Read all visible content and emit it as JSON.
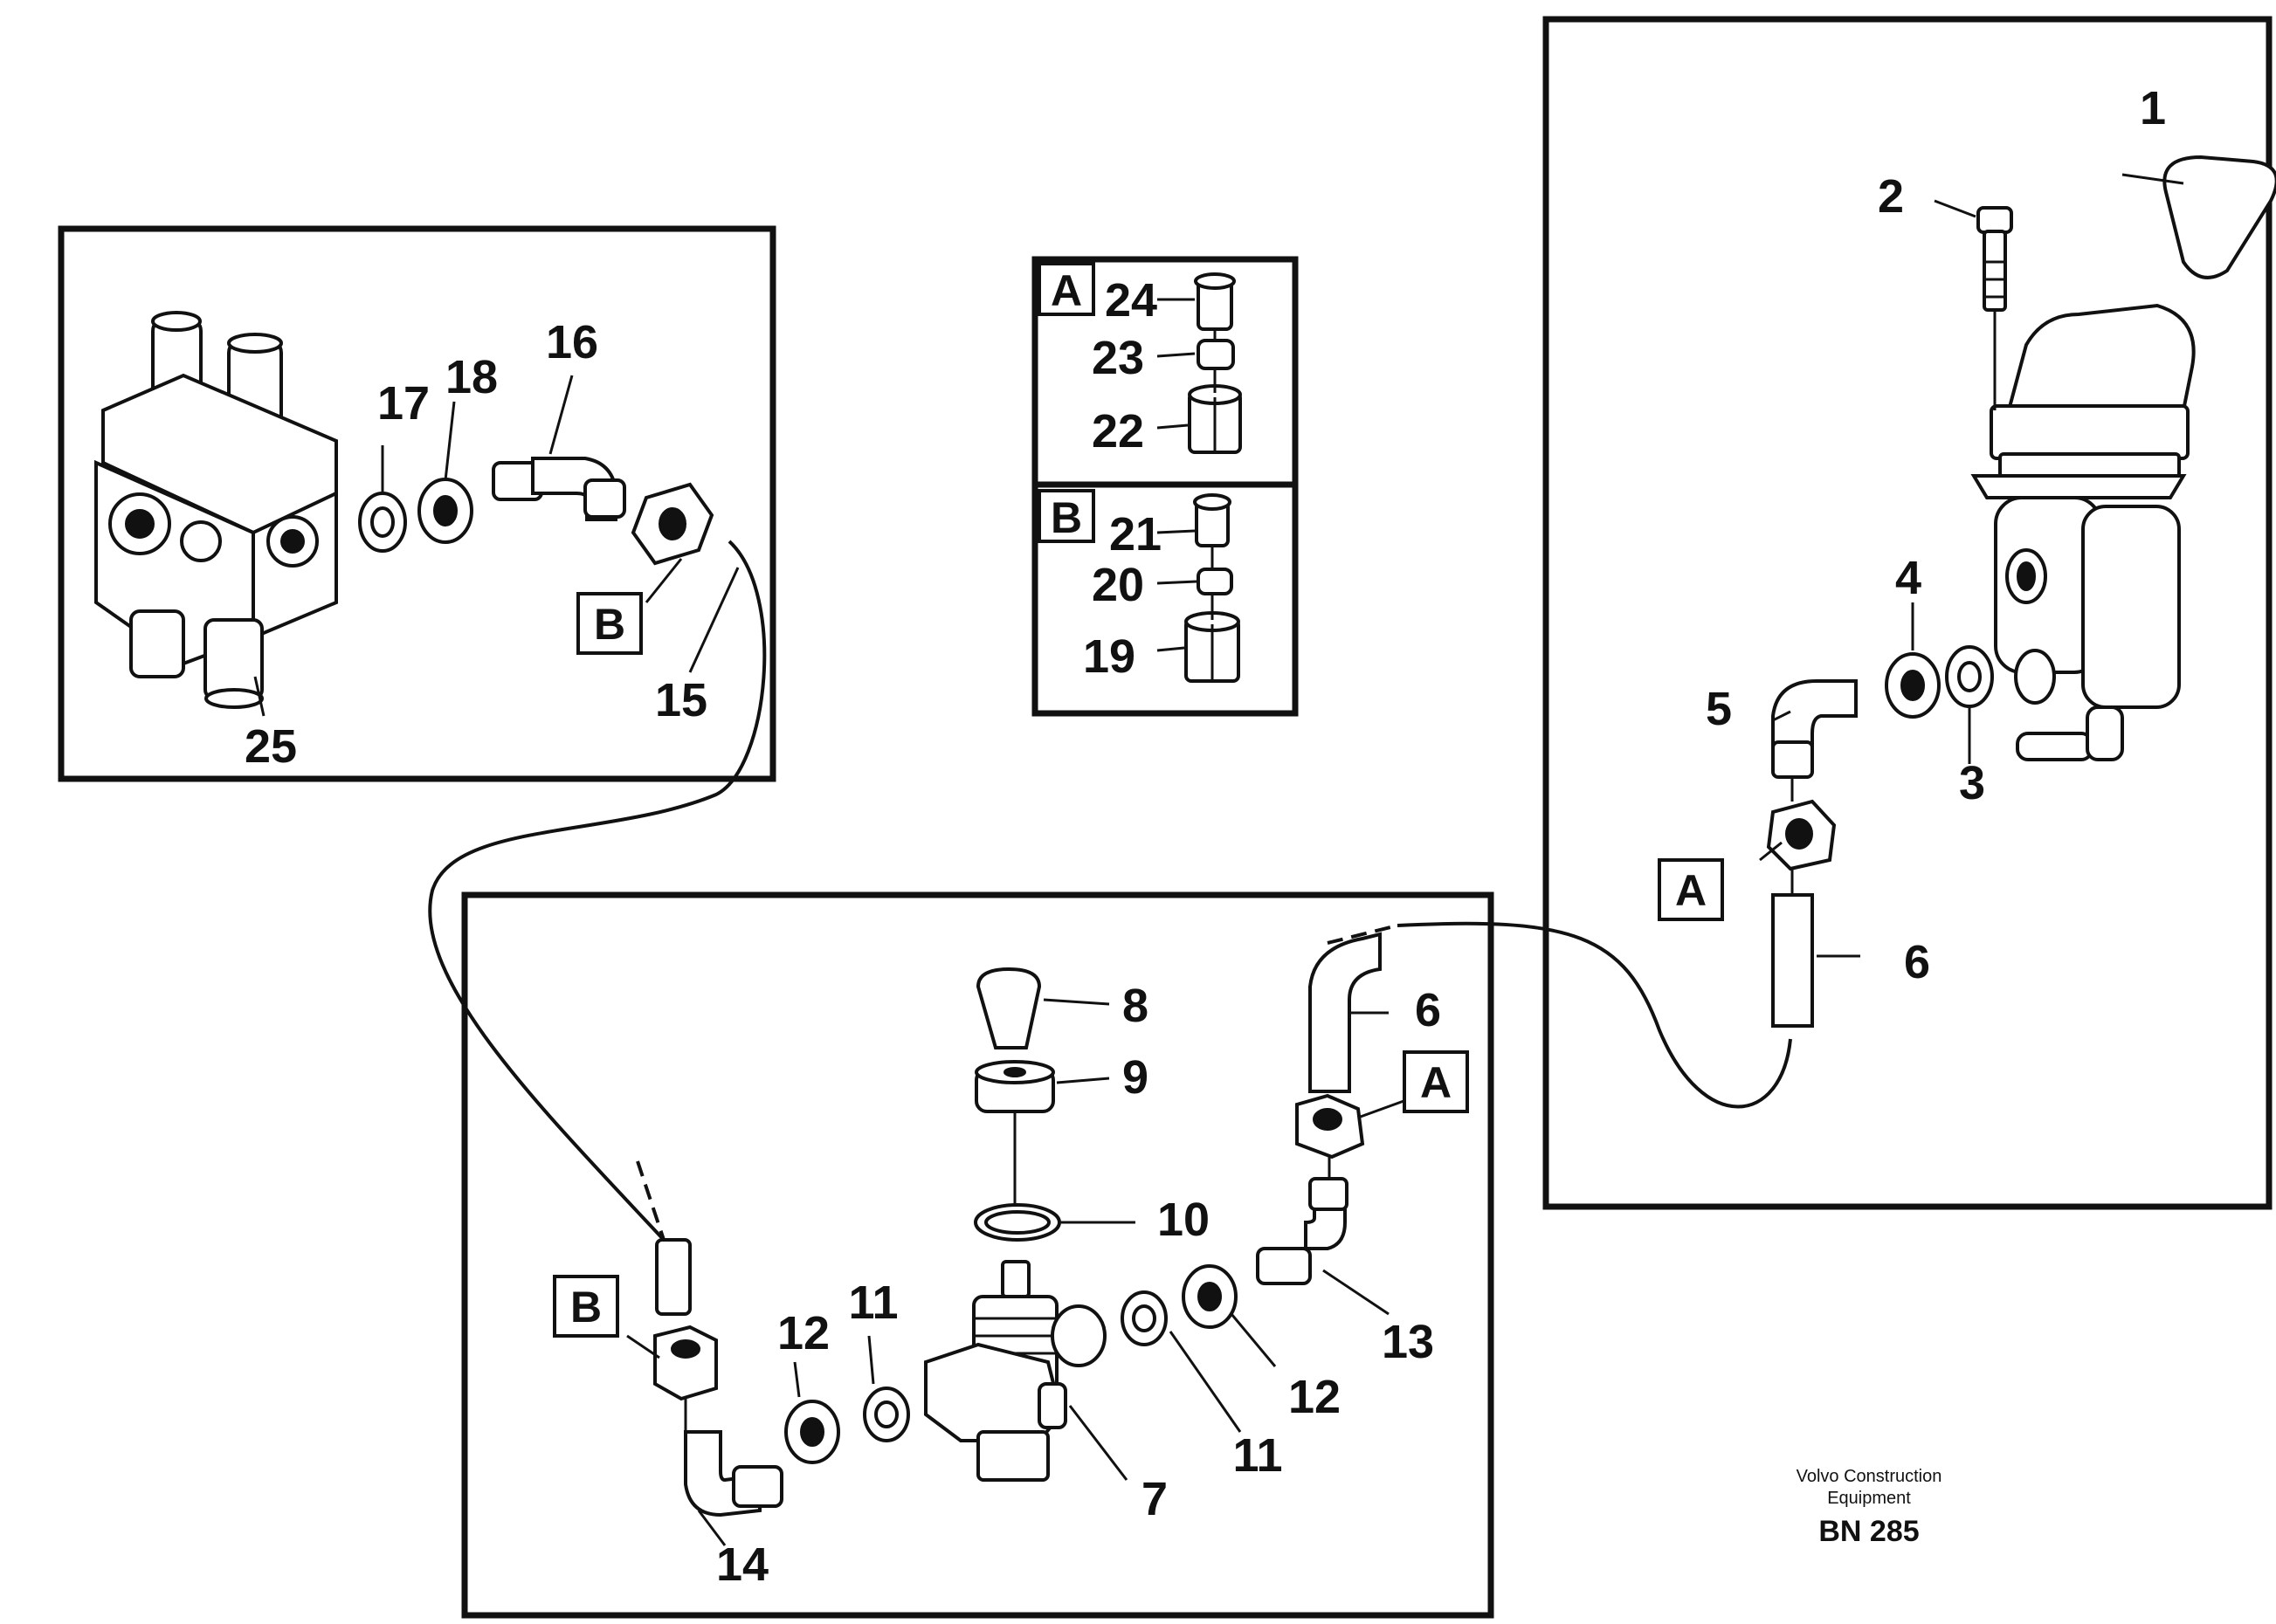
{
  "callouts": {
    "c1": "1",
    "c2": "2",
    "c3": "3",
    "c4": "4",
    "c5": "5",
    "c6a": "6",
    "c6b": "6",
    "c7": "7",
    "c8": "8",
    "c9": "9",
    "c10": "10",
    "c11a": "11",
    "c11b": "11",
    "c12a": "12",
    "c12b": "12",
    "c13": "13",
    "c14": "14",
    "c15": "15",
    "c16": "16",
    "c17": "17",
    "c18": "18",
    "c19": "19",
    "c20": "20",
    "c21": "21",
    "c22": "22",
    "c23": "23",
    "c24": "24",
    "c25": "25"
  },
  "refs": {
    "a_legend": "A",
    "b_legend": "B",
    "a_right": "A",
    "a_bottom": "A",
    "b_left": "B",
    "b_bottom": "B"
  },
  "footer": {
    "line1": "Volvo Construction",
    "line2": "Equipment",
    "code": "BN 285"
  }
}
